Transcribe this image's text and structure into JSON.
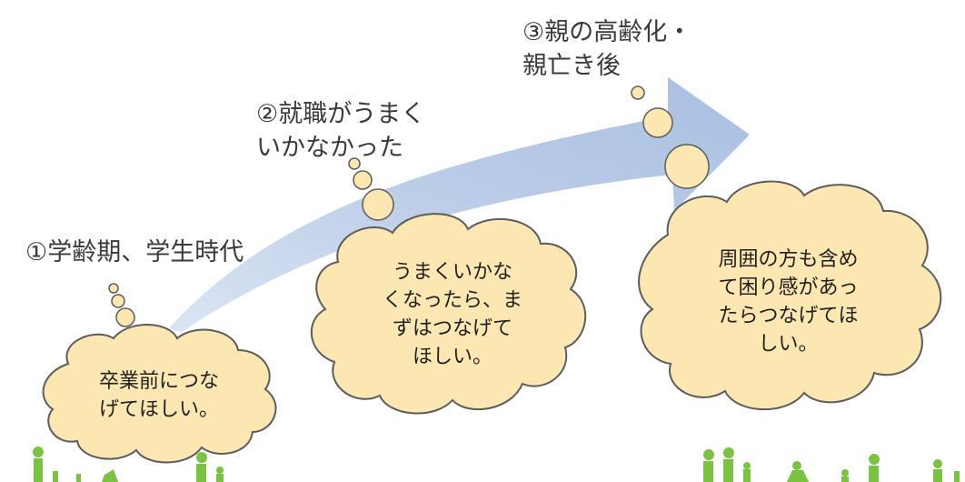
{
  "steps": [
    {
      "title_lines": [
        "①学齢期、学生時代"
      ],
      "bubble_lines": [
        "卒業前につな",
        "げてほしい。"
      ]
    },
    {
      "title_lines": [
        "②就職がうまく",
        "いかなかった"
      ],
      "bubble_lines": [
        "うまくいかな",
        "くなったら、ま",
        "ずはつなげて",
        "ほしい。"
      ]
    },
    {
      "title_lines": [
        "③親の高齢化・",
        "親亡き後"
      ],
      "bubble_lines": [
        "周囲の方も含め",
        "て困り感があっ",
        "たらつなげてほ",
        "しい。"
      ]
    }
  ],
  "colors": {
    "arrow": "#b7c9e6",
    "cloud_fill": "#fce6b1",
    "cloud_stroke": "#5c5c5c",
    "silhouette": "#7cc242",
    "text": "#3a3a3a"
  }
}
